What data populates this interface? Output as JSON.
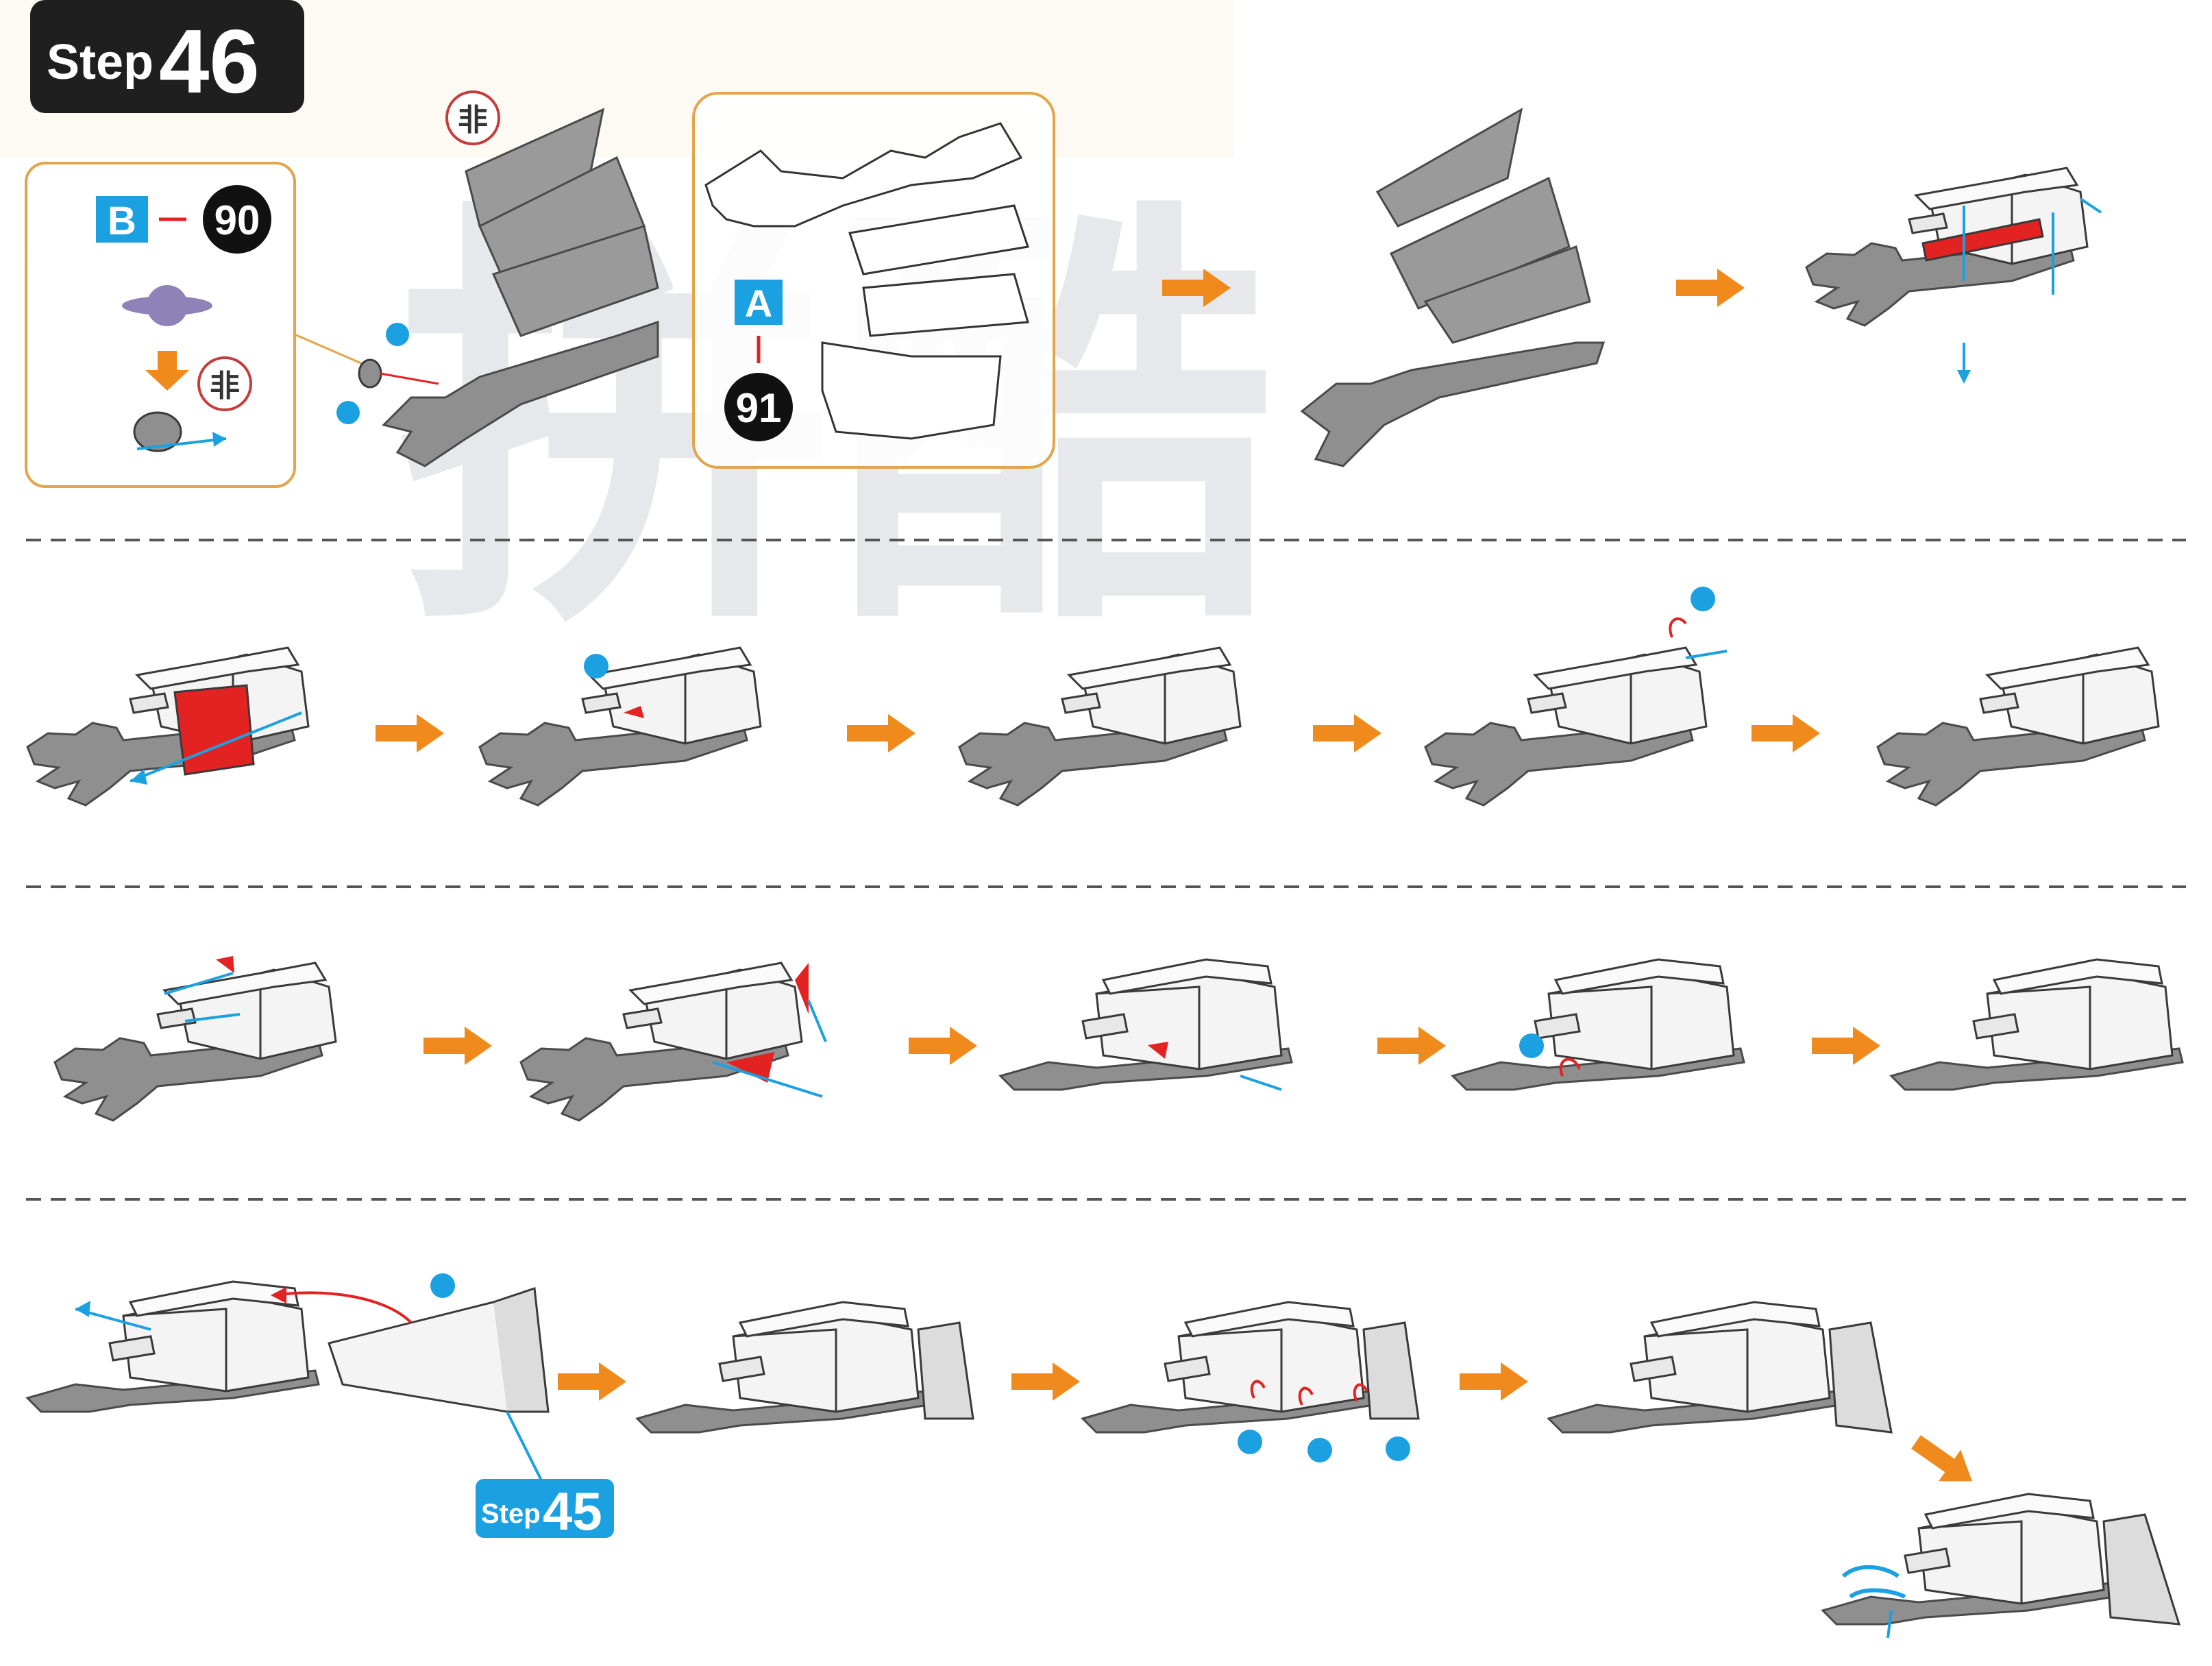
{
  "header": {
    "step_label": "Step",
    "step_number": "46"
  },
  "watermark": {
    "text": "拼酷"
  },
  "parts_callout": {
    "sheet_letter": "B",
    "part_number": "90",
    "fold_symbol": "非"
  },
  "detail_callout": {
    "sheet_letter": "A",
    "part_number": "91"
  },
  "reference_badge": {
    "step_label": "Step",
    "step_number": "45"
  },
  "colors": {
    "orange_accent": "#f08a1c",
    "blue_accent": "#1ba1e2",
    "red_accent": "#e32222",
    "part_gray": "#8f8f8f",
    "badge_dark": "#1f1f1f"
  }
}
